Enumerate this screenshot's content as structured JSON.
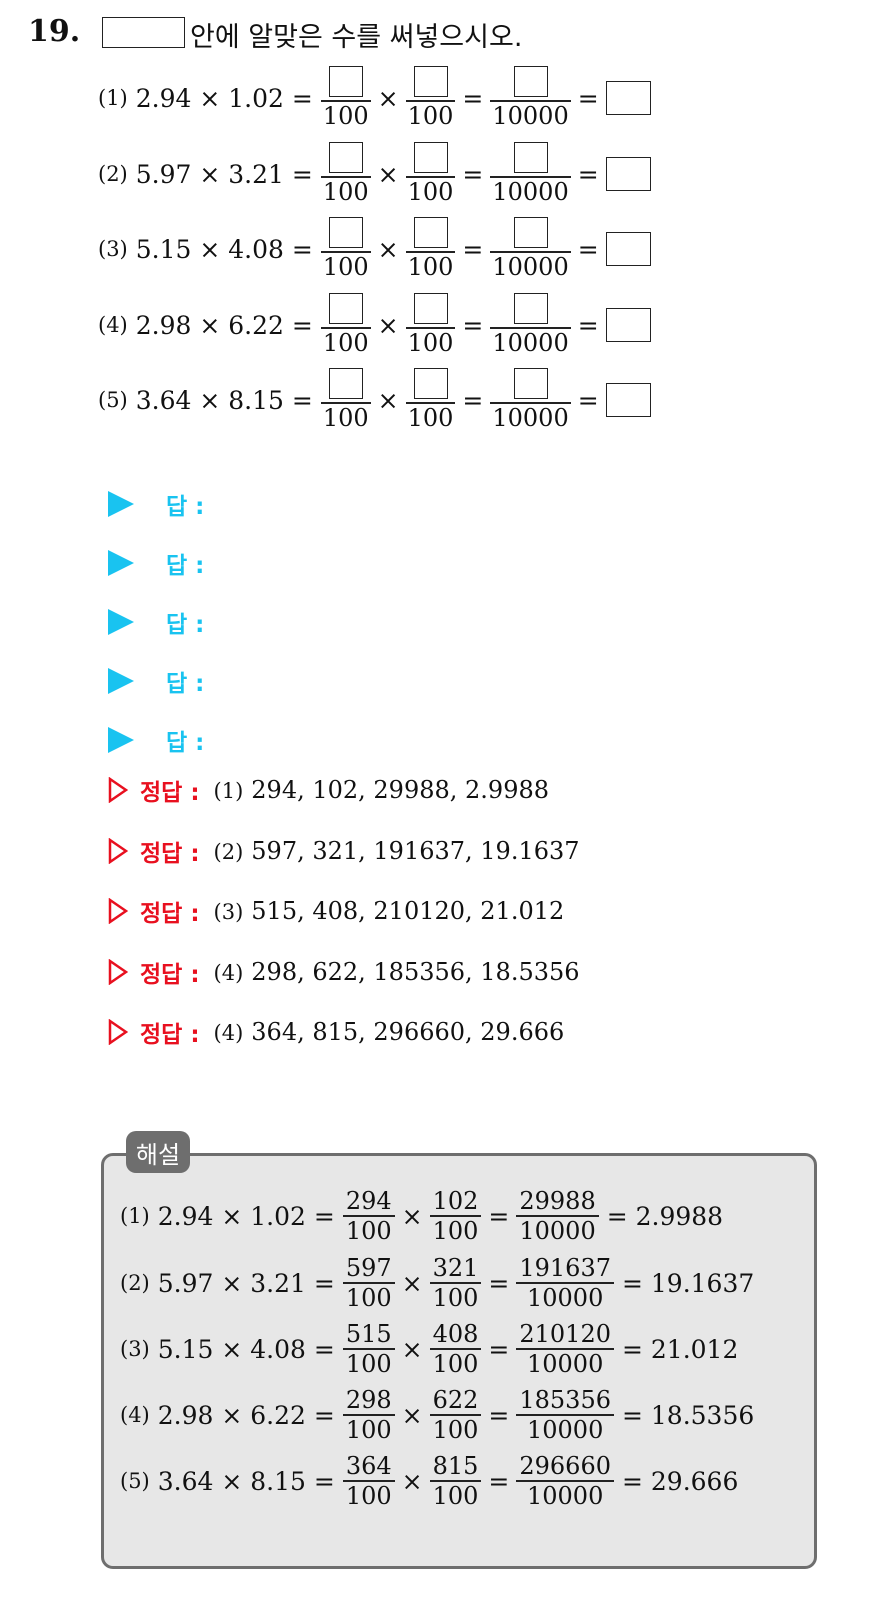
{
  "question": {
    "number": "19.",
    "text": "안에 알맞은 수를 써넣으시오."
  },
  "problems": [
    {
      "label": "(1)",
      "expression": "2.94 × 1.02 =",
      "den1": "100",
      "den2": "100",
      "den3": "10000"
    },
    {
      "label": "(2)",
      "expression": "5.97 × 3.21 =",
      "den1": "100",
      "den2": "100",
      "den3": "10000"
    },
    {
      "label": "(3)",
      "expression": "5.15 × 4.08 =",
      "den1": "100",
      "den2": "100",
      "den3": "10000"
    },
    {
      "label": "(4)",
      "expression": "2.98 × 6.22 =",
      "den1": "100",
      "den2": "100",
      "den3": "10000"
    },
    {
      "label": "(5)",
      "expression": "3.64 × 8.15 =",
      "den1": "100",
      "den2": "100",
      "den3": "10000"
    }
  ],
  "symbols": {
    "times": "×",
    "equals": "="
  },
  "answer_lines": [
    "답 :",
    "답 :",
    "답 :",
    "답 :",
    "답 :"
  ],
  "solutions": [
    {
      "label": "정답 :",
      "part": "(1)",
      "text": "294, 102, 29988, 2.9988"
    },
    {
      "label": "정답 :",
      "part": "(2)",
      "text": "597, 321, 191637, 19.1637"
    },
    {
      "label": "정답 :",
      "part": "(3)",
      "text": "515, 408, 210120, 21.012"
    },
    {
      "label": "정답 :",
      "part": "(4)",
      "text": "298, 622, 185356, 18.5356"
    },
    {
      "label": "정답 :",
      "part": "(4)",
      "text": "364, 815, 296660, 29.666"
    }
  ],
  "explanation": {
    "title": "해설",
    "rows": [
      {
        "label": "(1)",
        "expression": "2.94 × 1.02 =",
        "n1": "294",
        "d1": "100",
        "n2": "102",
        "d2": "100",
        "n3": "29988",
        "d3": "10000",
        "result": "= 2.9988"
      },
      {
        "label": "(2)",
        "expression": "5.97 × 3.21 =",
        "n1": "597",
        "d1": "100",
        "n2": "321",
        "d2": "100",
        "n3": "191637",
        "d3": "10000",
        "result": "= 19.1637"
      },
      {
        "label": "(3)",
        "expression": "5.15 × 4.08 =",
        "n1": "515",
        "d1": "100",
        "n2": "408",
        "d2": "100",
        "n3": "210120",
        "d3": "10000",
        "result": "= 21.012"
      },
      {
        "label": "(4)",
        "expression": "2.98 × 6.22 =",
        "n1": "298",
        "d1": "100",
        "n2": "622",
        "d2": "100",
        "n3": "185356",
        "d3": "10000",
        "result": "= 18.5356"
      },
      {
        "label": "(5)",
        "expression": "3.64 × 8.15 =",
        "n1": "364",
        "d1": "100",
        "n2": "815",
        "d2": "100",
        "n3": "296660",
        "d3": "10000",
        "result": "= 29.666"
      }
    ]
  },
  "colors": {
    "answer_accent": "#19c3f0",
    "solution_accent": "#e8101f",
    "explanation_border": "#6e6e6e",
    "explanation_bg": "#e7e7e7"
  }
}
